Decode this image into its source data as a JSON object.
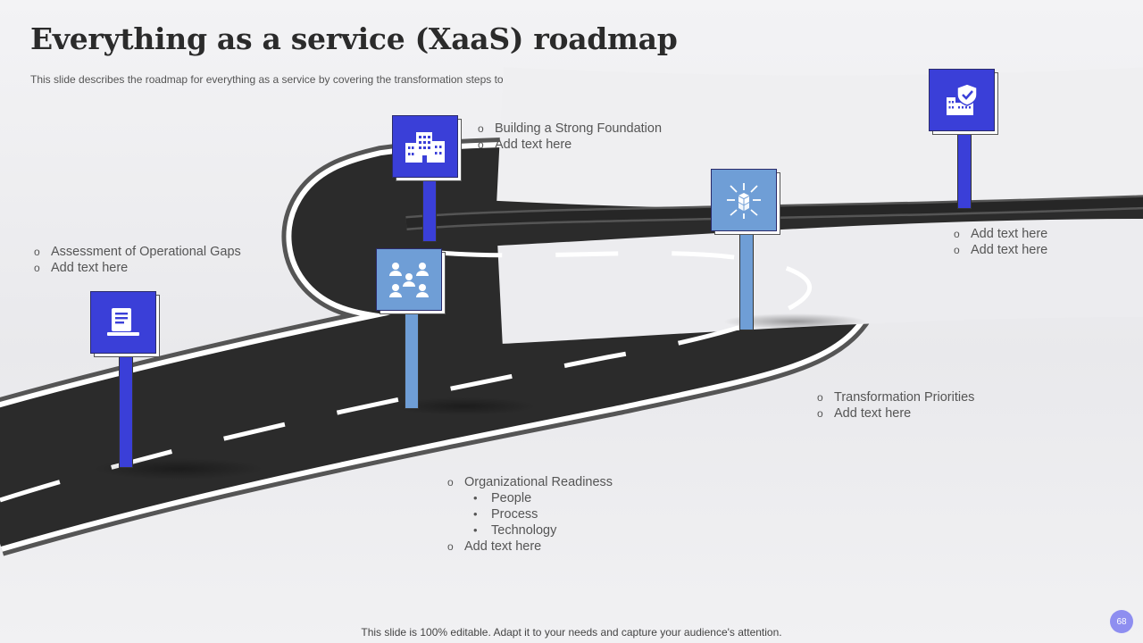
{
  "slide": {
    "title": "Everything as a service (XaaS) roadmap",
    "subtitle": "This slide describes the roadmap for everything as a service by covering the transformation steps to adapt the XaaS by organizations.",
    "footer": "This slide is 100% editable. Adapt it to your needs and capture your audience's attention.",
    "page_number": "68"
  },
  "milestones": [
    {
      "heading": "Assessment of Operational Gaps",
      "detail": "Add text here",
      "icon": "document-laptop-icon",
      "color": "#3a3fd8"
    },
    {
      "heading": "Organizational Readiness",
      "sub_items": [
        "People",
        "Process",
        "Technology"
      ],
      "detail": "Add text here",
      "icon": "team-network-icon",
      "color": "#6f9ed6"
    },
    {
      "heading": "Building a Strong Foundation",
      "detail": "Add text here",
      "icon": "buildings-icon",
      "color": "#3a3fd8"
    },
    {
      "heading": "Transformation Priorities",
      "detail": "Add text here",
      "icon": "cubes-arrows-icon",
      "color": "#6f9ed6"
    },
    {
      "heading": "Add text here",
      "detail": "Add text here",
      "icon": "secure-building-icon",
      "color": "#3a3fd8"
    }
  ],
  "bullet_symbols": {
    "main": "o",
    "sub": "•"
  }
}
